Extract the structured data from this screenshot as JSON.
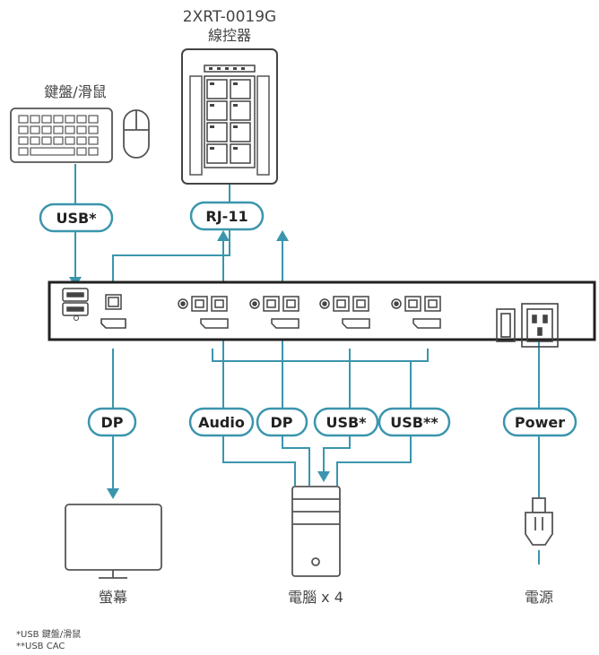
{
  "title": {
    "model": "2XRT-0019G",
    "remote": "線控器"
  },
  "devices": {
    "keyboard_mouse": "鍵盤/滑鼠",
    "monitor": "螢幕",
    "computer": "電腦 x 4",
    "power_source": "電源"
  },
  "connections": {
    "usb_console": "USB*",
    "rj11": "RJ-11",
    "dp_out": "DP",
    "audio": "Audio",
    "dp_in": "DP",
    "usb_in": "USB*",
    "usb_cac": "USB**",
    "power": "Power"
  },
  "footnotes": {
    "note1": "*USB 鍵盤/滑鼠",
    "note2": "**USB CAC"
  },
  "colors": {
    "accent": "#3b95ad",
    "stroke": "#555555",
    "frame": "#222222"
  }
}
